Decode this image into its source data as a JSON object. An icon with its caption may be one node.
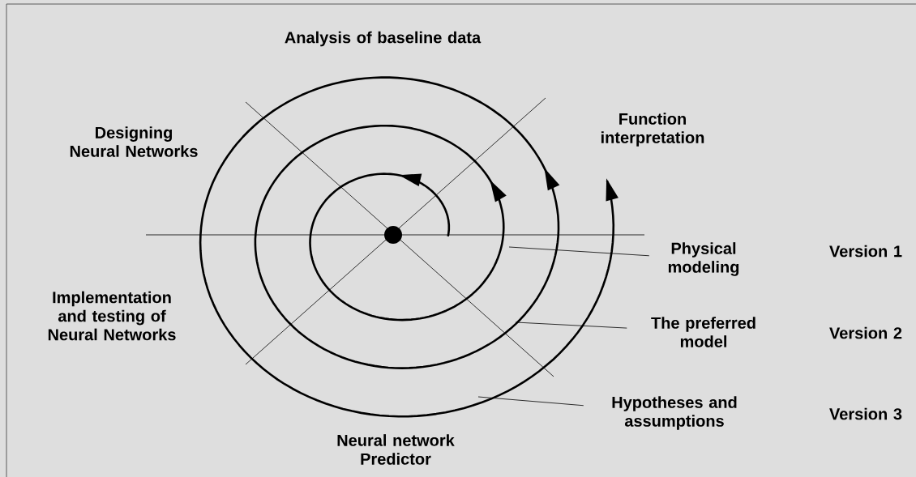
{
  "diagram": {
    "nodes": [
      {
        "text": [
          "Physical modeling"
        ]
      },
      {
        "text": [
          "The preferred model"
        ]
      },
      {
        "text": [
          "Hypotheses and assumptions"
        ]
      }
    ],
    "edges": [
      {
        "from": 0,
        "to": null,
        "arrow": "none"
      },
      {
        "from": 1,
        "to": null,
        "arrow": "none"
      },
      {
        "from": 2,
        "to": null,
        "arrow": "none"
      }
    ],
    "labels": [
      "Analysis of baseline data",
      "Designing Neural Networks",
      "Function interpretation",
      "Version 1",
      "Implementation and testing of Neural Networks",
      "Version 2",
      "Version 3",
      "Neural network Predictor"
    ]
  }
}
